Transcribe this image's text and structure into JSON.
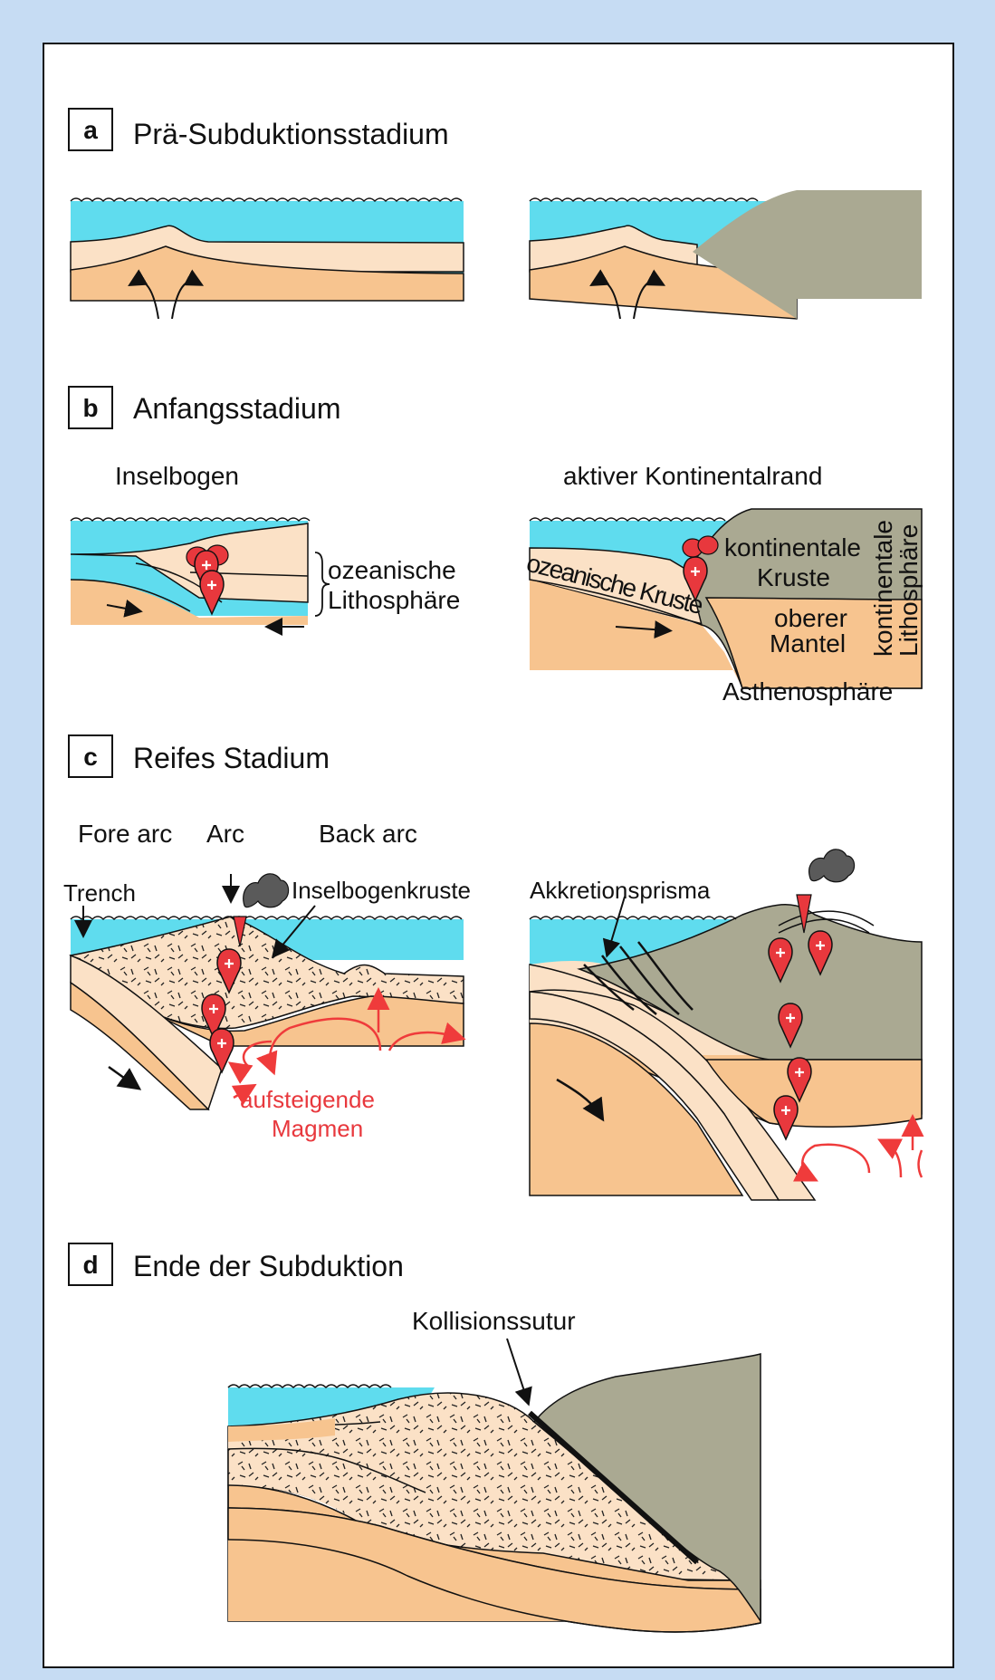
{
  "colors": {
    "background": "#c6dcf3",
    "panel": "#ffffff",
    "water": "#5fdcee",
    "crust_light": "#fbe1c6",
    "mantle": "#f7c48f",
    "continental": "#aaa992",
    "magma": "#e8383d",
    "arrow_red": "#ef3b3b",
    "line": "#111111"
  },
  "sections": {
    "a": {
      "letter": "a",
      "title": "Prä-Subduktionsstadium"
    },
    "b": {
      "letter": "b",
      "title": "Anfangsstadium",
      "left_heading": "Inselbogen",
      "right_heading": "aktiver Kontinentalrand",
      "labels": {
        "ozeanische": "ozeanische",
        "lithosphaere": "Lithosphäre",
        "kontinentale": "kontinentale",
        "kruste": "Kruste",
        "oberer": "oberer",
        "mantel": "Mantel",
        "ozeanische_kruste": "ozeanische Kruste",
        "kont_lithosphaere_1": "kontinentale",
        "kont_lithosphaere_2": "Lithosphäre",
        "asthenosphaere": "Asthenosphäre"
      }
    },
    "c": {
      "letter": "c",
      "title": "Reifes Stadium",
      "labels": {
        "fore_arc": "Fore arc",
        "arc": "Arc",
        "back_arc": "Back arc",
        "trench": "Trench",
        "inselbogenkruste": "Inselbogenkruste",
        "aufsteigende": "aufsteigende",
        "magmen": "Magmen",
        "akkretionsprisma": "Akkretionsprisma"
      }
    },
    "d": {
      "letter": "d",
      "title": "Ende der Subduktion",
      "labels": {
        "kollisionssutur": "Kollisionssutur"
      }
    }
  }
}
